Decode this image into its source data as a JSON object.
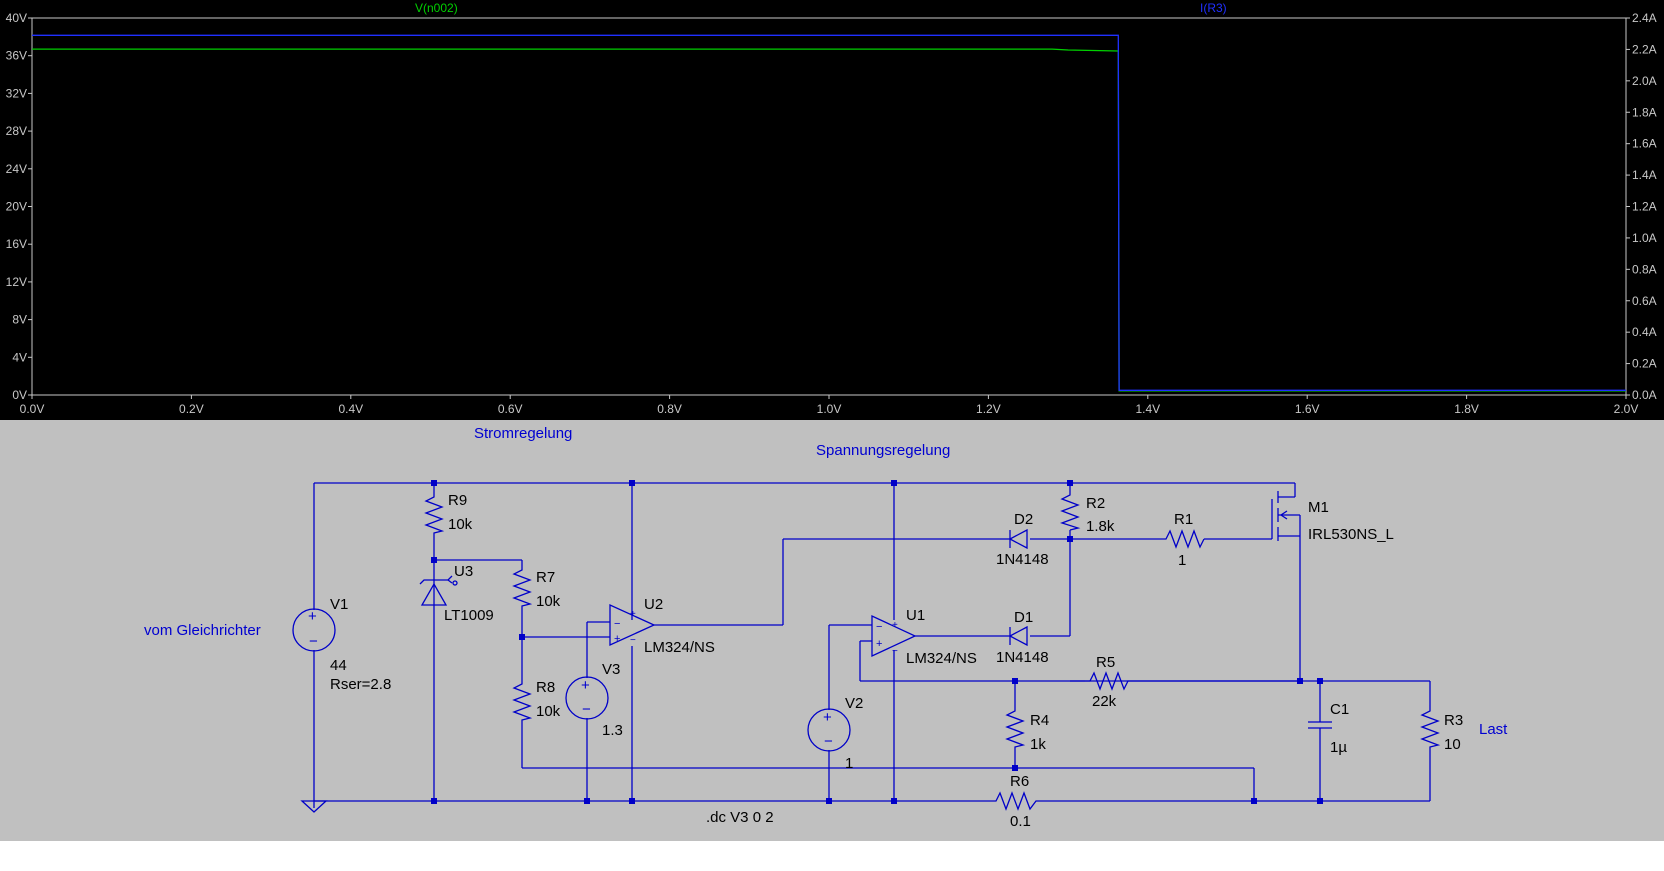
{
  "plot": {
    "trace_left_label": "V(n002)",
    "trace_right_label": "I(R3)",
    "trace_left_color": "#00d000",
    "trace_right_color": "#2030ff",
    "background": "#000000"
  },
  "chart_data": {
    "type": "line",
    "x_ticks": [
      "0.0V",
      "0.2V",
      "0.4V",
      "0.6V",
      "0.8V",
      "1.0V",
      "1.2V",
      "1.4V",
      "1.6V",
      "1.8V",
      "2.0V"
    ],
    "y_left_ticks": [
      "0V",
      "4V",
      "8V",
      "12V",
      "16V",
      "20V",
      "24V",
      "28V",
      "32V",
      "36V",
      "40V"
    ],
    "y_right_ticks": [
      "0.0A",
      "0.2A",
      "0.4A",
      "0.6A",
      "0.8A",
      "1.0A",
      "1.2A",
      "1.4A",
      "1.6A",
      "1.8A",
      "2.0A",
      "2.2A",
      "2.4A"
    ],
    "xlim": [
      0,
      2.0
    ],
    "ylim_left": [
      0,
      40
    ],
    "ylim_right": [
      0,
      2.4
    ],
    "series": [
      {
        "name": "V(n002)",
        "axis": "left",
        "color": "#00d000",
        "x": [
          0,
          1.28,
          1.3,
          1.363,
          1.364,
          2.0
        ],
        "y": [
          36.7,
          36.7,
          36.6,
          36.5,
          0.45,
          0.45
        ]
      },
      {
        "name": "I(R3)",
        "axis": "right",
        "color": "#2030ff",
        "x": [
          0,
          1.363,
          1.364,
          2.0
        ],
        "y": [
          2.29,
          2.29,
          0.03,
          0.03
        ]
      }
    ]
  },
  "schematic": {
    "labels": {
      "stromregelung": "Stromregelung",
      "spannungsregelung": "Spannungsregelung",
      "vom_gleichrichter": "vom Gleichrichter",
      "last": "Last",
      "directive": ".dc V3 0 2"
    },
    "components": {
      "v1": {
        "name": "V1",
        "value": "44",
        "extra": "Rser=2.8"
      },
      "r9": {
        "name": "R9",
        "value": "10k"
      },
      "u3": {
        "name": "U3",
        "value": "LT1009"
      },
      "r7": {
        "name": "R7",
        "value": "10k"
      },
      "r8": {
        "name": "R8",
        "value": "10k"
      },
      "v3": {
        "name": "V3",
        "value": "1.3"
      },
      "u2": {
        "name": "U2",
        "value": "LM324/NS"
      },
      "v2": {
        "name": "V2",
        "value": "1"
      },
      "u1": {
        "name": "U1",
        "value": "LM324/NS"
      },
      "d2": {
        "name": "D2",
        "value": "1N4148"
      },
      "d1": {
        "name": "D1",
        "value": "1N4148"
      },
      "r2": {
        "name": "R2",
        "value": "1.8k"
      },
      "r1": {
        "name": "R1",
        "value": "1"
      },
      "m1": {
        "name": "M1",
        "value": "IRL530NS_L"
      },
      "r5": {
        "name": "R5",
        "value": "22k"
      },
      "r4": {
        "name": "R4",
        "value": "1k"
      },
      "r6": {
        "name": "R6",
        "value": "0.1"
      },
      "c1": {
        "name": "C1",
        "value": "1µ"
      },
      "r3": {
        "name": "R3",
        "value": "10"
      }
    }
  }
}
